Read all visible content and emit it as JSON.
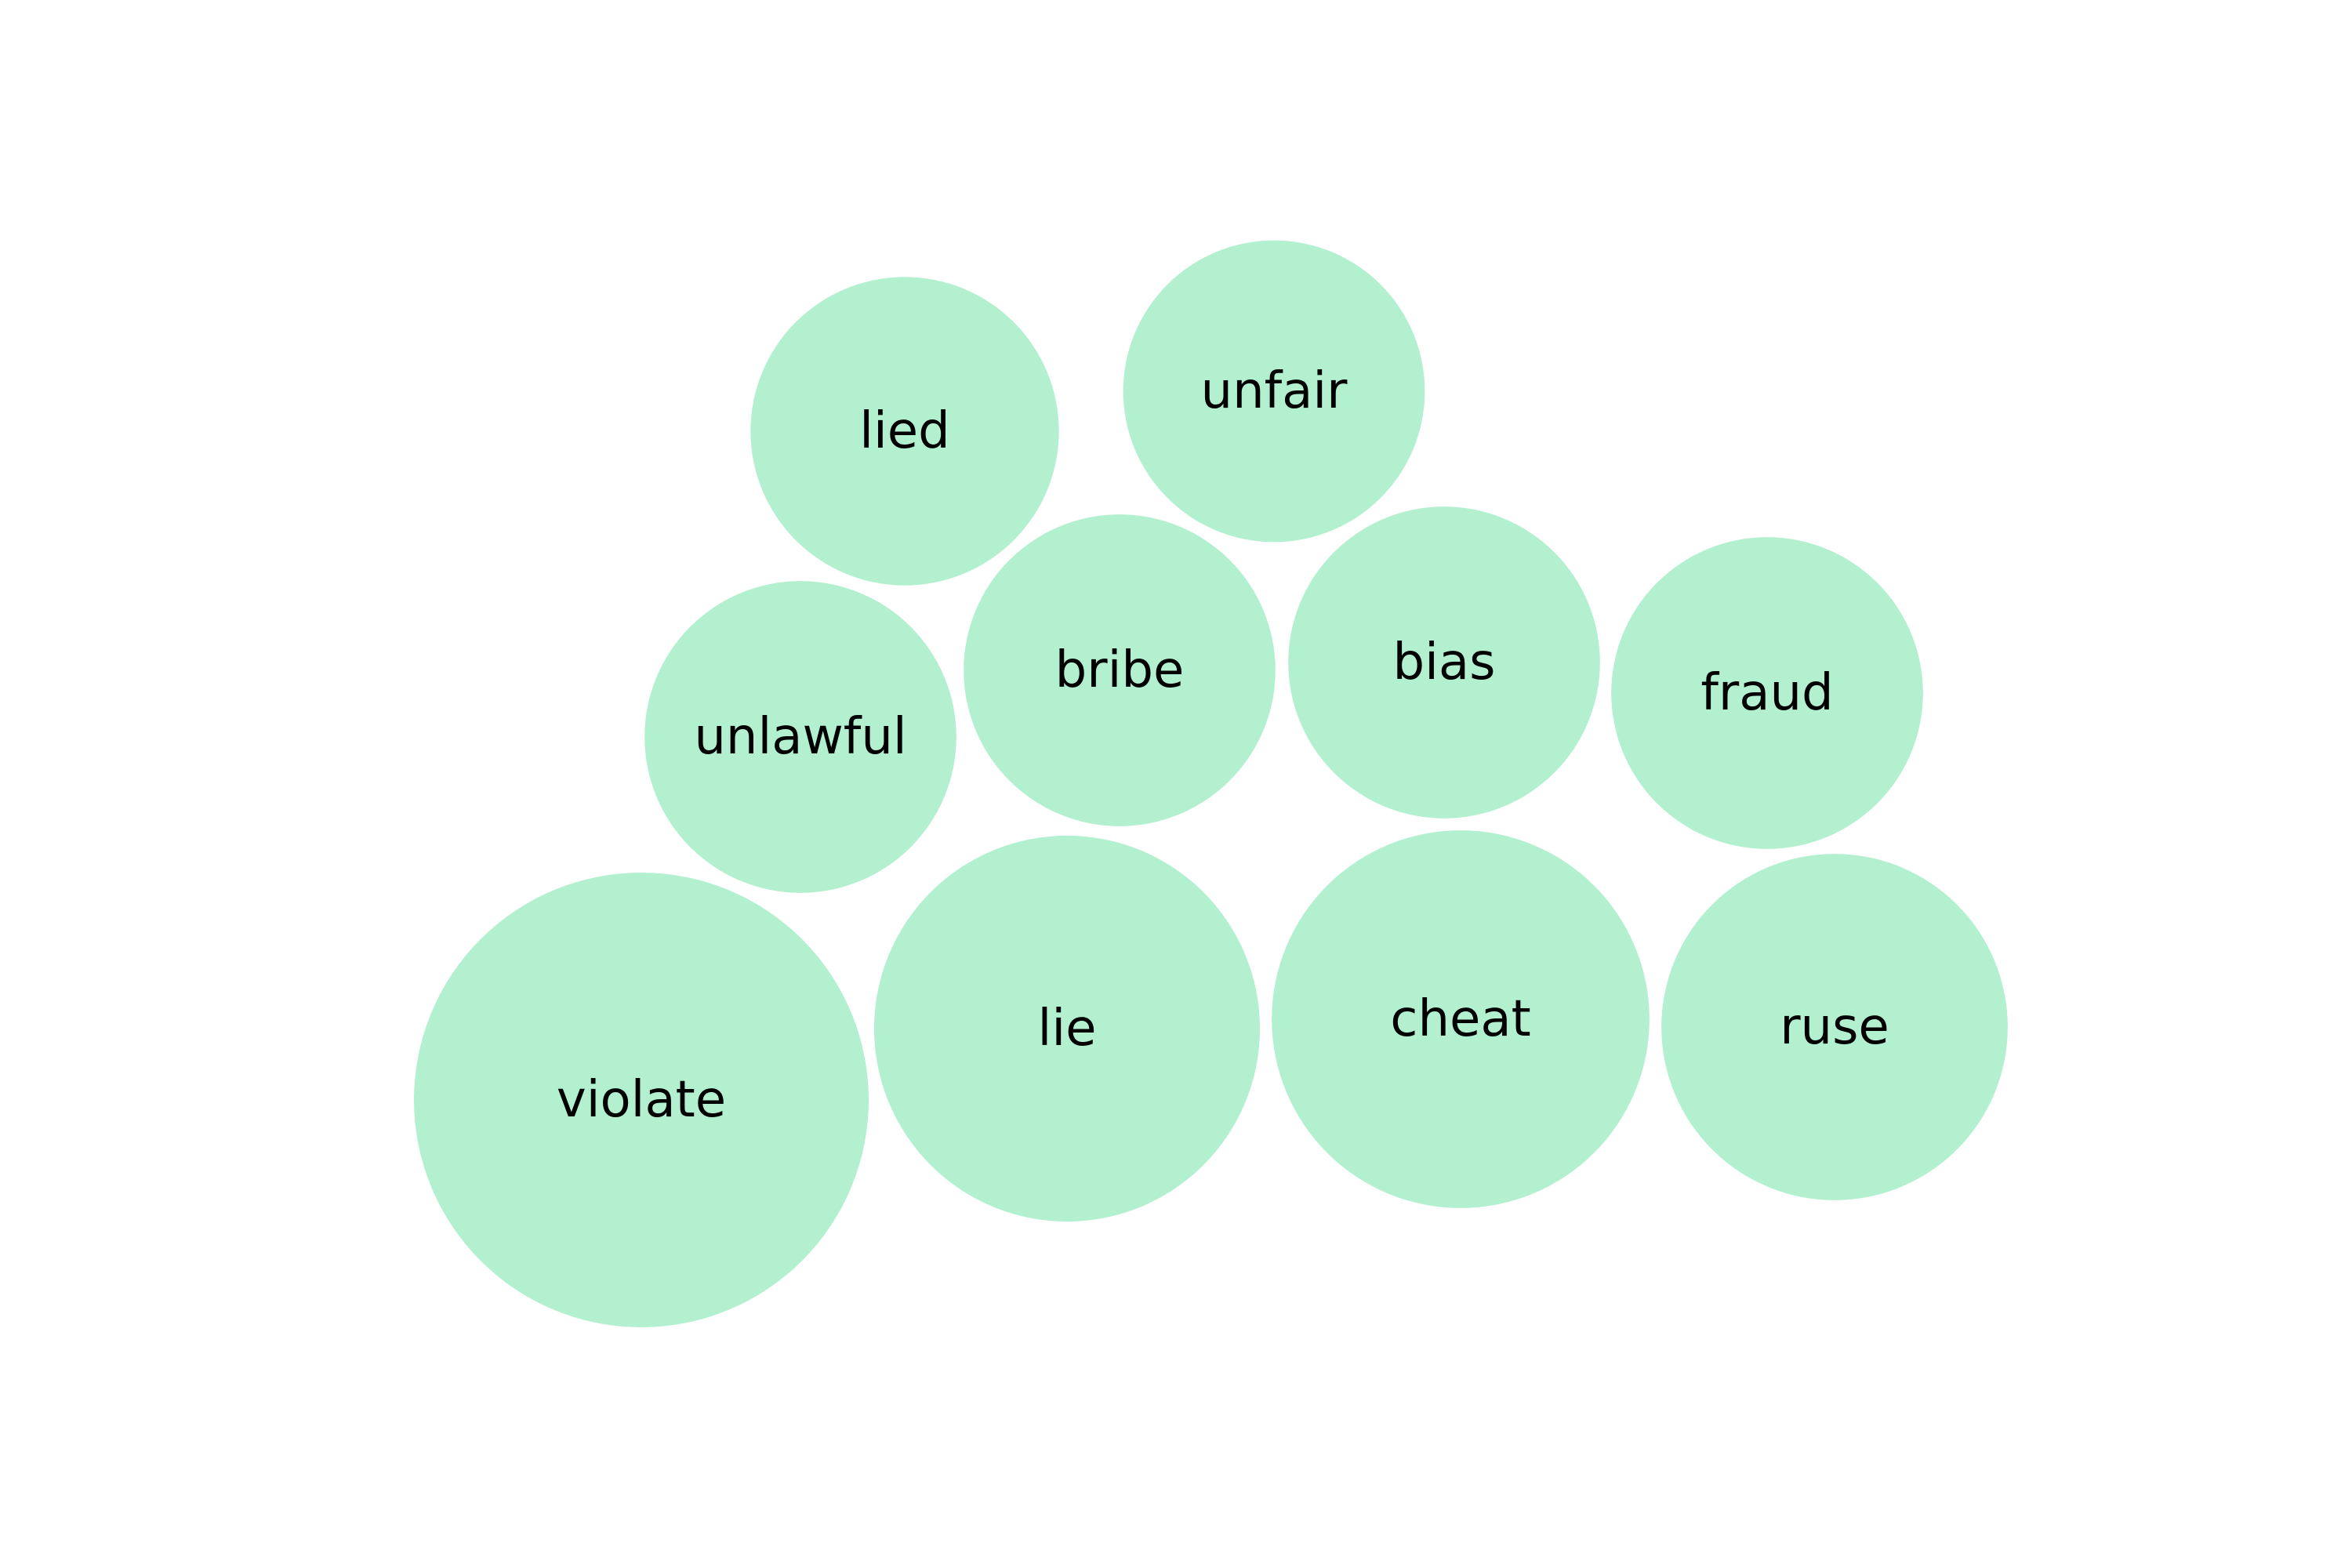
{
  "chart_data": {
    "type": "bubble",
    "title": "",
    "bubble_color": "#b2f0d0",
    "label_color": "#000000",
    "legend": "none",
    "grid": false,
    "bubbles": [
      {
        "label": "violate",
        "value": 1.0
      },
      {
        "label": "lie",
        "value": 0.72
      },
      {
        "label": "cheat",
        "value": 0.69
      },
      {
        "label": "ruse",
        "value": 0.58
      },
      {
        "label": "bribe",
        "value": 0.47
      },
      {
        "label": "unlawful",
        "value": 0.47
      },
      {
        "label": "bias",
        "value": 0.47
      },
      {
        "label": "fraud",
        "value": 0.47
      },
      {
        "label": "lied",
        "value": 0.46
      },
      {
        "label": "unfair",
        "value": 0.44
      }
    ]
  }
}
